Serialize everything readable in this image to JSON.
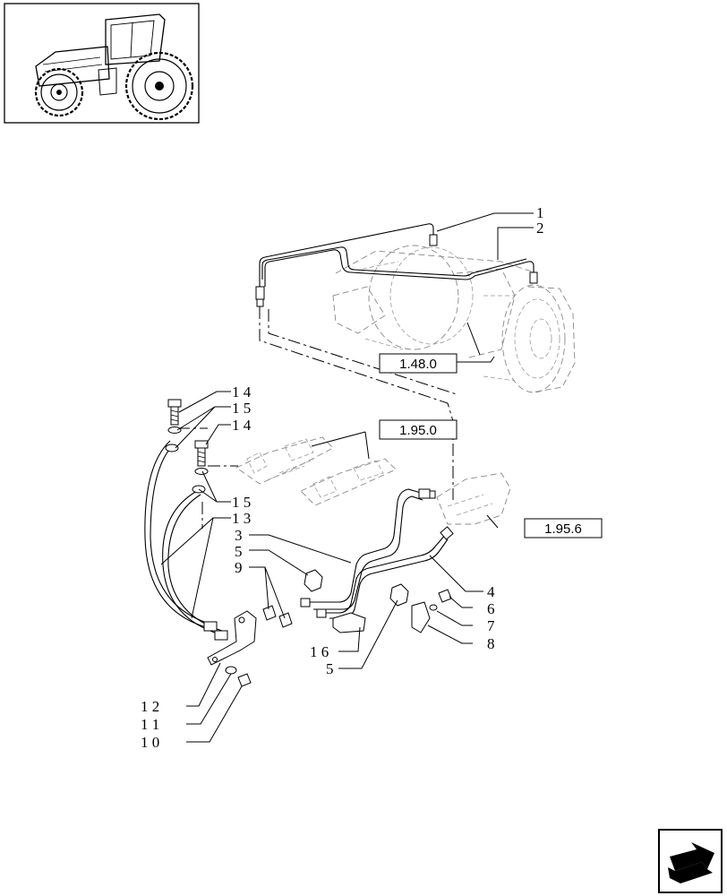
{
  "callouts": {
    "c1": "1",
    "c2": "2",
    "c3": "3",
    "c4": "4",
    "c5a": "5",
    "c5b": "5",
    "c6": "6",
    "c7": "7",
    "c8": "8",
    "c9": "9",
    "c10": "1 0",
    "c11": "1 1",
    "c12": "1 2",
    "c13": "1 3",
    "c14a": "1 4",
    "c14b": "1 4",
    "c15a": "1 5",
    "c15b": "1 5",
    "c16": "1 6"
  },
  "references": {
    "r1": "1.48.0",
    "r2": "1.95.0",
    "r3": "1.95.6"
  },
  "icons": {
    "thumbnail": "tractor-thumbnail-icon",
    "navigation": "next-page-arrow-icon"
  }
}
